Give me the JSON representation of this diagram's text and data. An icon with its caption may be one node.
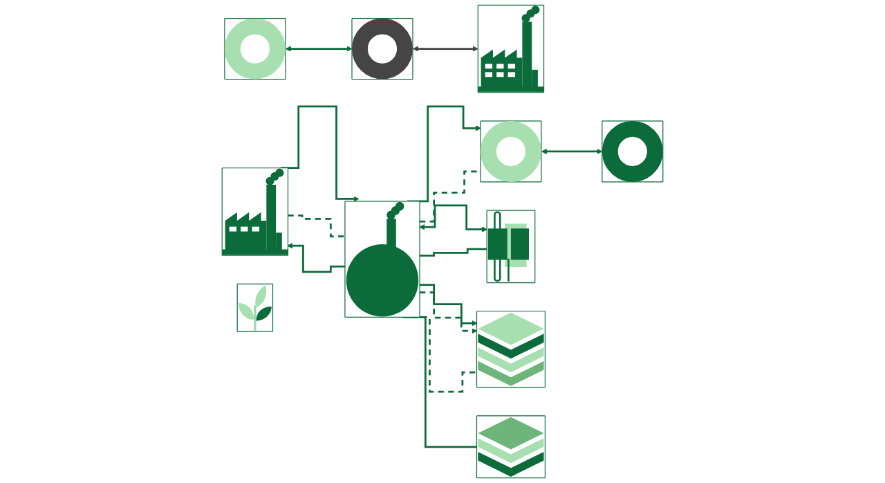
{
  "diagram": {
    "nodes": [
      {
        "text": [],
        "shape": "factory"
      },
      {
        "text": [],
        "shape": "ring"
      },
      {
        "text": [],
        "shape": "ring"
      },
      {
        "text": [],
        "shape": "factory"
      },
      {
        "text": [],
        "shape": "plant"
      },
      {
        "text": [],
        "shape": "tank"
      },
      {
        "text": [],
        "shape": "ring"
      },
      {
        "text": [],
        "shape": "ring"
      },
      {
        "text": [],
        "shape": "component"
      },
      {
        "text": [],
        "shape": "stack"
      },
      {
        "text": [],
        "shape": "stack"
      }
    ],
    "edges": [
      {
        "from": 1,
        "to": 2,
        "arrow": "both"
      },
      {
        "from": 2,
        "to": 3,
        "arrow": "both",
        "color": "#454545"
      },
      {
        "from": 0,
        "to": 5,
        "arrow": "to"
      },
      {
        "from": 0,
        "to": 5,
        "arrow": "none",
        "style": "dashed"
      },
      {
        "from": 5,
        "to": 0,
        "arrow": "to"
      },
      {
        "from": 5,
        "to": 6,
        "arrow": "to"
      },
      {
        "from": 5,
        "to": 6,
        "arrow": "none",
        "style": "dashed"
      },
      {
        "from": 6,
        "to": 7,
        "arrow": "both"
      },
      {
        "from": 5,
        "to": 9,
        "arrow": "to"
      },
      {
        "from": 5,
        "to": 9,
        "arrow": "to",
        "style": "dashed"
      },
      {
        "from": 5,
        "to": 8,
        "arrow": "both"
      },
      {
        "from": 5,
        "to": 8,
        "arrow": "none"
      },
      {
        "from": 5,
        "to": 9,
        "arrow": "none",
        "style": "dashed"
      },
      {
        "from": 5,
        "to": 10,
        "arrow": "none"
      }
    ]
  }
}
